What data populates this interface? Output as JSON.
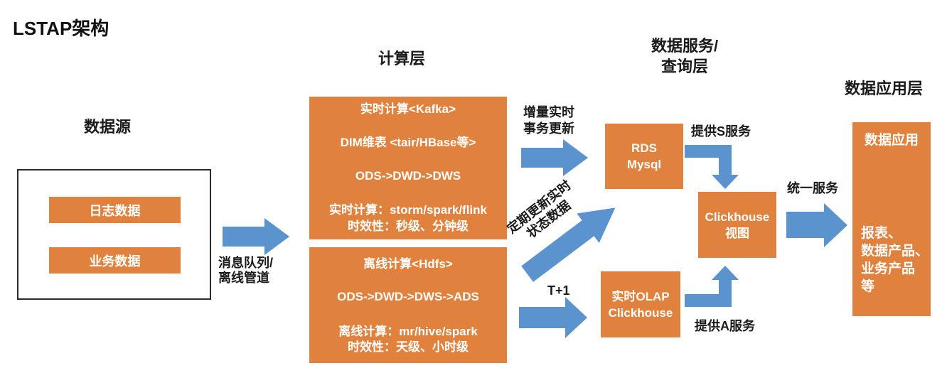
{
  "title": "LSTAP架构",
  "colors": {
    "box_orange": "#e0813e",
    "arrow_blue": "#5b93ce",
    "text_on_orange": "#ffffff",
    "label_text": "#1a1a1a"
  },
  "headers": {
    "source": "数据源",
    "compute": "计算层",
    "service_line1": "数据服务/",
    "service_line2": "查询层",
    "application": "数据应用层"
  },
  "source_group": {
    "items": [
      {
        "label": "日志数据"
      },
      {
        "label": "业务数据"
      }
    ]
  },
  "arrows": {
    "pipeline_line1": "消息队列/",
    "pipeline_line2": "离线管道",
    "incremental_line1": "增量实时",
    "incremental_line2": "事务更新",
    "periodic_line1": "定期更新实时",
    "periodic_line2": "状态数据",
    "t1": "T+1",
    "service_s": "提供S服务",
    "service_a": "提供A服务",
    "unified": "统一服务"
  },
  "compute_boxes": {
    "realtime": {
      "lines": [
        "实时计算<Kafka>",
        "DIM维表 <tair/HBase等>",
        "ODS->DWD->DWS",
        "实时计算：storm/spark/flink",
        "时效性：秒级、分钟级"
      ]
    },
    "offline": {
      "lines": [
        "离线计算<Hdfs>",
        "ODS->DWD->DWS->ADS",
        "离线计算：mr/hive/spark",
        "时效性：天级、小时级"
      ]
    }
  },
  "service_boxes": {
    "rds": {
      "line1": "RDS",
      "line2": "Mysql"
    },
    "olap": {
      "line1": "实时OLAP",
      "line2": "Clickhouse"
    },
    "view": {
      "line1": "Clickhouse",
      "line2": "视图"
    }
  },
  "application_box": {
    "title": "数据应用",
    "lines": [
      "报表、",
      "数据产品、",
      "业务产品",
      "等"
    ]
  }
}
